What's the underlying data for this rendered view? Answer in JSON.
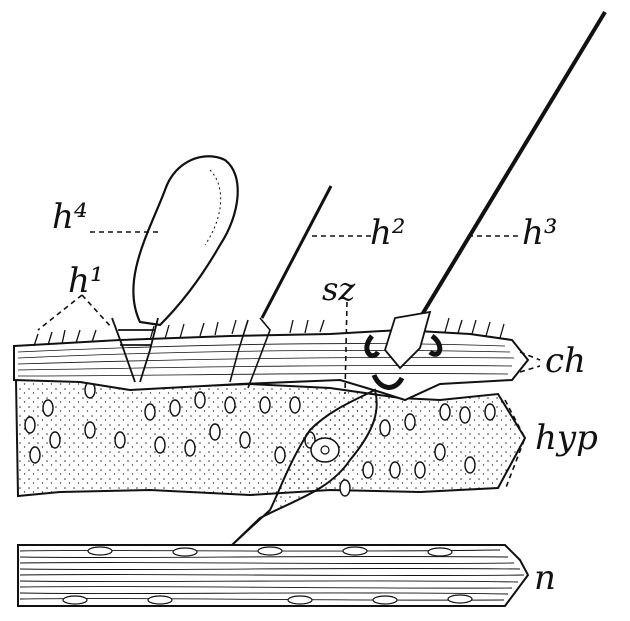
{
  "labels": {
    "h4": "h⁴",
    "h1": "h¹",
    "h2": "h²",
    "h3": "h³",
    "sz": "sz",
    "ch": "ch",
    "hyp": "hyp",
    "n": "n"
  }
}
